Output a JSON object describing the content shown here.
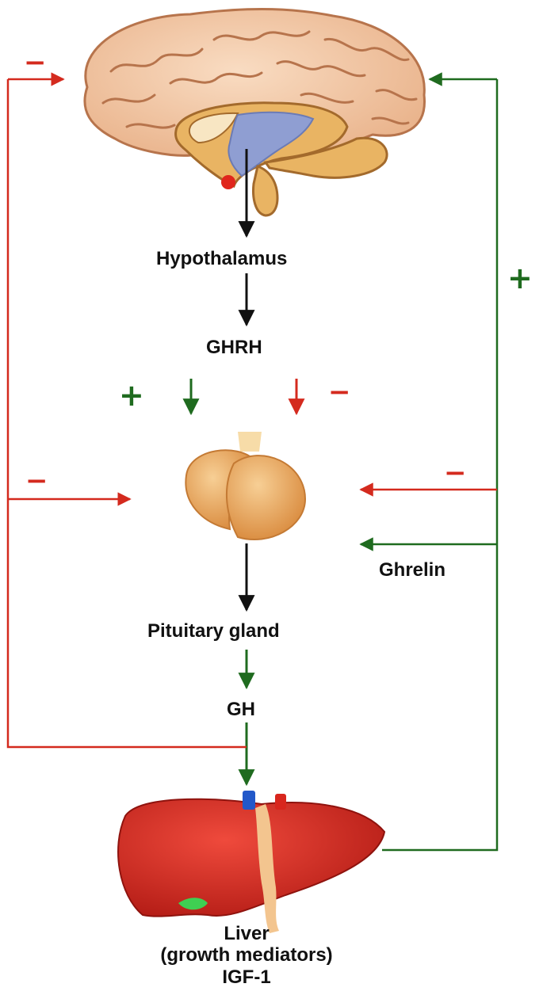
{
  "labels": {
    "hypothalamus": "Hypothalamus",
    "ghrh": "GHRH",
    "ghrelin": "Ghrelin",
    "pituitary": "Pituitary gland",
    "gh": "GH",
    "liver_line1": "Liver",
    "liver_line2": "(growth mediators)",
    "liver_line3": "IGF-1"
  },
  "signs": {
    "plus": "+",
    "minus": "−"
  },
  "colors": {
    "negative_feedback": "#d42a1e",
    "positive_feedback": "#1f6b1f",
    "main_axis": "#111111",
    "brain": "#f1c9a6",
    "liver": "#d7281f",
    "pituitary": "#e9a55e"
  }
}
